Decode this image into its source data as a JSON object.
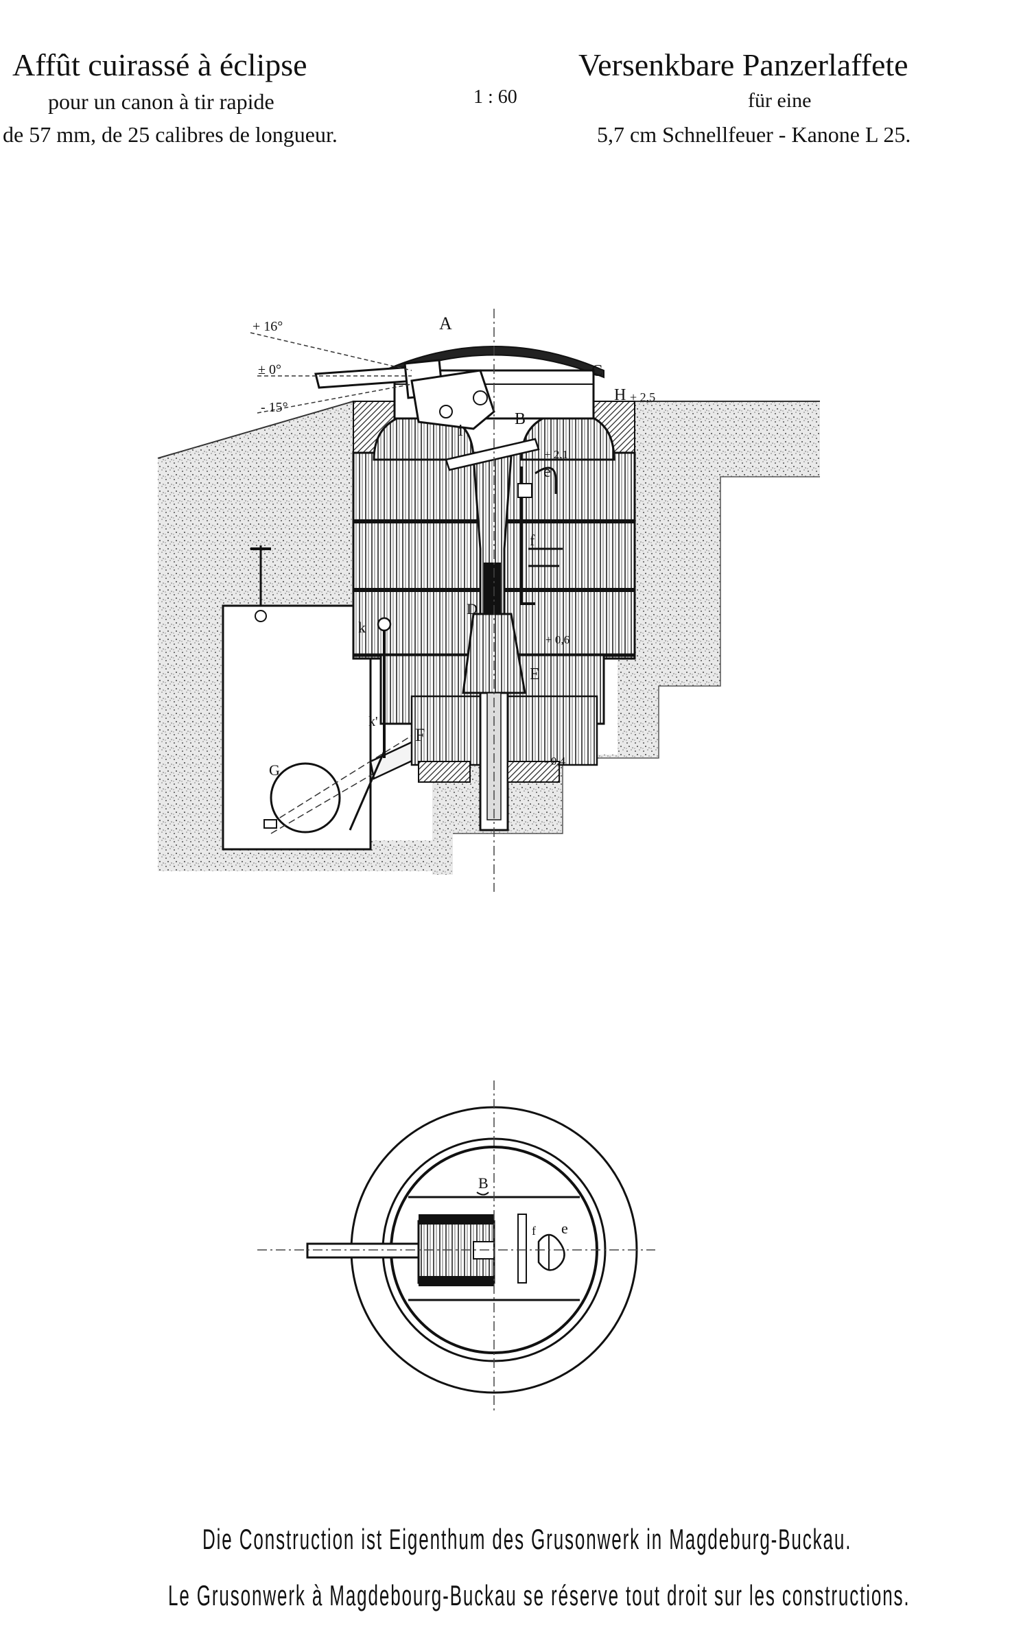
{
  "header": {
    "fr_title": "Affût cuirassé à éclipse",
    "fr_line2": "pour un canon à tir rapide",
    "fr_line3": "de 57 mm, de 25 calibres de longueur.",
    "scale": "1 : 60",
    "de_title": "Versenkbare Panzerlaffete",
    "de_line2": "für eine",
    "de_line3": "5,7 cm Schnellfeuer - Kanone L 25."
  },
  "section": {
    "angles": [
      "+ 16°",
      "± 0°",
      "- 15°"
    ],
    "levels": [
      "+ 2,5",
      "+ 2,1",
      "+ 0,6",
      "- 0,4"
    ],
    "labels": [
      "A",
      "B",
      "C",
      "H",
      "i",
      "e",
      "f",
      "D",
      "E",
      "k",
      "k'",
      "F",
      "G"
    ]
  },
  "plan": {
    "labels": [
      "B",
      "f",
      "e"
    ]
  },
  "footer": {
    "line1": "Die Construction ist Eigenthum des Grusonwerk in Magdeburg-Buckau.",
    "line2": "Le Grusonwerk à Magdebourg-Buckau se réserve tout droit sur les constructions."
  }
}
